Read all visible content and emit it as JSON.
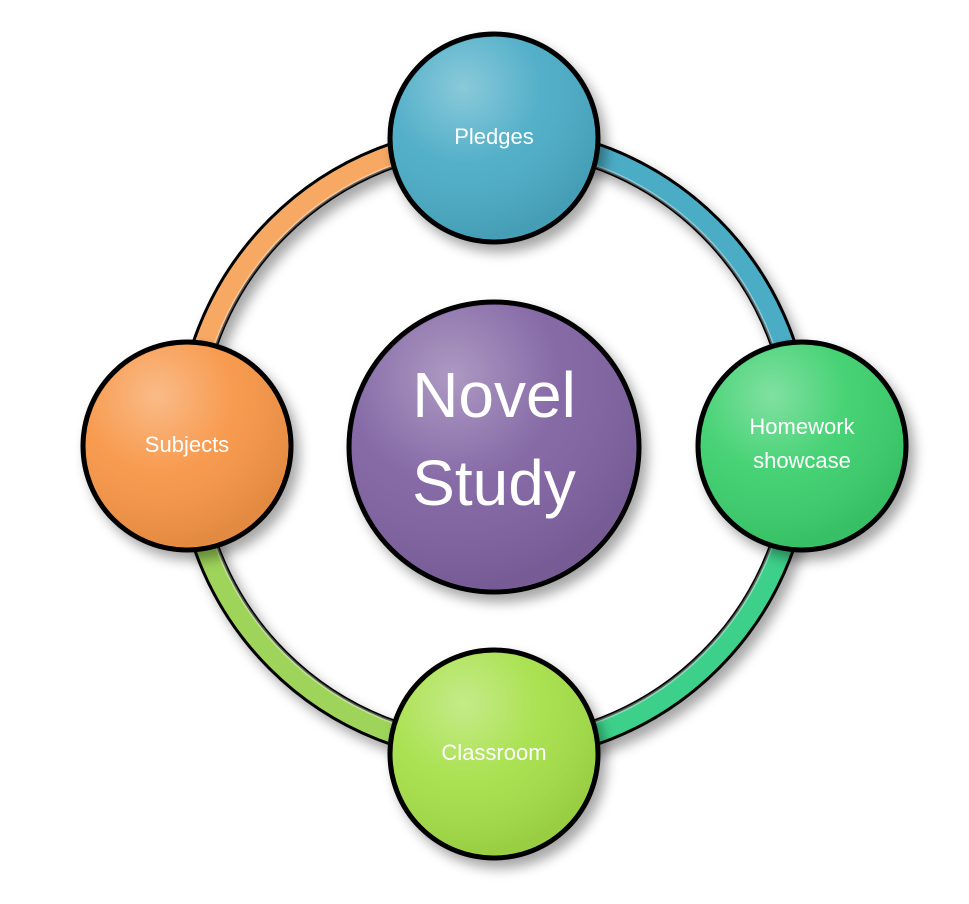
{
  "diagram": {
    "center": {
      "label_line1": "Novel",
      "label_line2": "Study",
      "color": "#8064A2"
    },
    "nodes": {
      "top": {
        "label": "Pledges",
        "color": "#4BACC6"
      },
      "right": {
        "label_line1": "Homework",
        "label_line2": "showcase",
        "color": "#3DD06E"
      },
      "bottom": {
        "label": "Classroom",
        "color": "#A6E04A"
      },
      "left": {
        "label": "Subjects",
        "color": "#F79646"
      }
    },
    "ring_colors": {
      "top_right": "#4BACC6",
      "bottom_right": "#3DD08A",
      "bottom_left": "#9ED45A",
      "top_left": "#F7A964"
    }
  }
}
